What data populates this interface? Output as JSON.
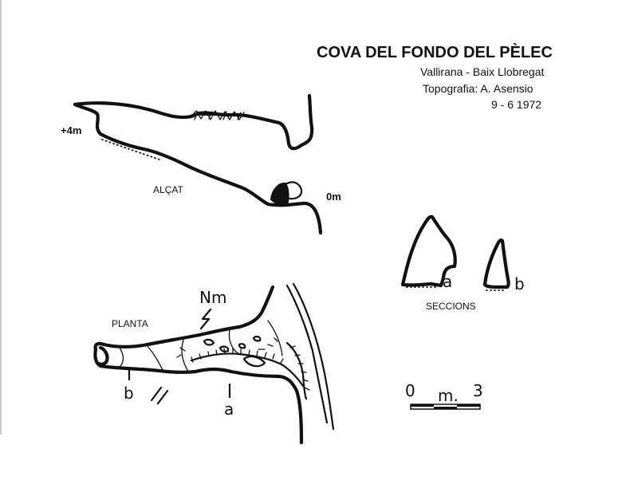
{
  "header": {
    "title": "COVA DEL FONDO DEL PÈLEC",
    "location": "Vallirana - Baix Llobregat",
    "survey": "Topografia: A. Asensio",
    "date": "9 - 6 1972"
  },
  "elevation": {
    "label": "ALÇAT",
    "height_top": "+4m",
    "height_bottom": "0m"
  },
  "plan": {
    "label": "PLANTA",
    "north_label": "Nm",
    "section_a_marker": "a",
    "section_b_marker": "b"
  },
  "sections": {
    "label": "SECCIONS",
    "a": "a",
    "b": "b"
  },
  "scale": {
    "start": "0",
    "unit": "m.",
    "end": "3"
  }
}
